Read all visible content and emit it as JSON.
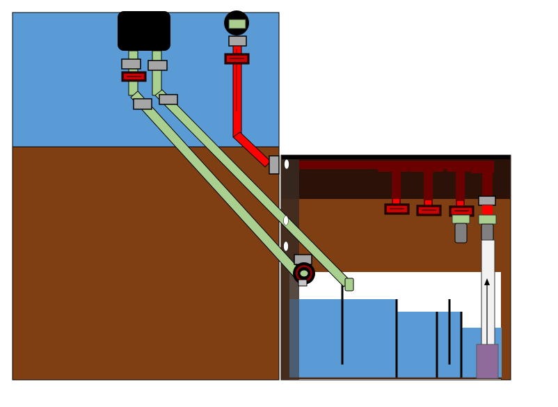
{
  "colors": {
    "sky": "#5b9bd5",
    "soil": "#7f3f13",
    "water": "#5b9bd5",
    "white": "#ffffff",
    "outline": "#000000",
    "green_pipe": "#a9d08e",
    "red_pipe": "#ff0000",
    "dark_red": "#6b0000",
    "tank_roof": "#2b1208",
    "fitting_grey": "#a6a6a6",
    "valve_grey": "#808080",
    "sump": "#8e6b9a",
    "tube_white": "#f2f2f2",
    "side_dark": "#3a2a22"
  },
  "icons": {
    "collector": "black-rounded-box",
    "sensor": "round-gauge",
    "flow_direction": "up-arrow",
    "ports": "white-ellipses"
  }
}
